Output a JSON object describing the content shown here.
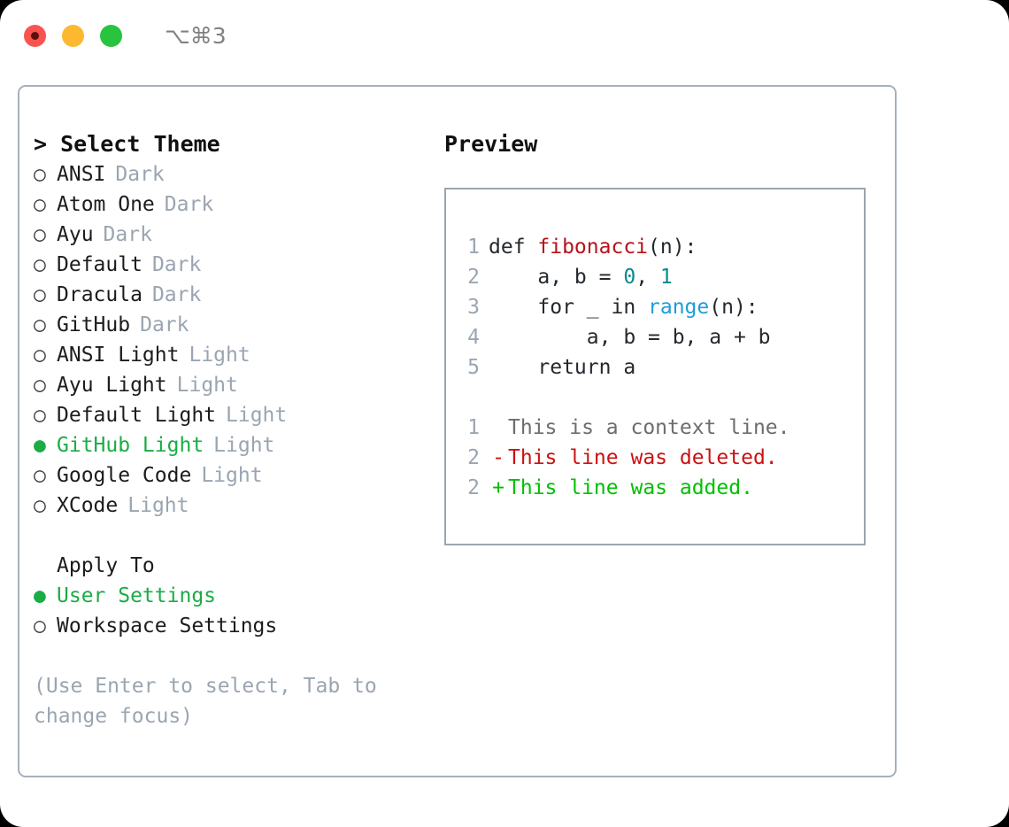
{
  "titlebar": {
    "dots": [
      {
        "name": "close",
        "color": "#f9544f"
      },
      {
        "name": "minimize",
        "color": "#fcb82e"
      },
      {
        "name": "maximize",
        "color": "#28c33f"
      }
    ],
    "shortcut": "⌥⌘3"
  },
  "theme_picker": {
    "heading": "> Select Theme",
    "marker_selected": "●",
    "marker_unselected": "○",
    "items": [
      {
        "label": "ANSI",
        "kind": "Dark",
        "selected": false
      },
      {
        "label": "Atom One",
        "kind": "Dark",
        "selected": false
      },
      {
        "label": "Ayu",
        "kind": "Dark",
        "selected": false
      },
      {
        "label": "Default",
        "kind": "Dark",
        "selected": false
      },
      {
        "label": "Dracula",
        "kind": "Dark",
        "selected": false
      },
      {
        "label": "GitHub",
        "kind": "Dark",
        "selected": false
      },
      {
        "label": "ANSI Light",
        "kind": "Light",
        "selected": false
      },
      {
        "label": "Ayu Light",
        "kind": "Light",
        "selected": false
      },
      {
        "label": "Default Light",
        "kind": "Light",
        "selected": false
      },
      {
        "label": "GitHub Light",
        "kind": "Light",
        "selected": true
      },
      {
        "label": "Google Code",
        "kind": "Light",
        "selected": false
      },
      {
        "label": "XCode",
        "kind": "Light",
        "selected": false
      }
    ]
  },
  "apply_to": {
    "heading": "Apply To",
    "items": [
      {
        "label": "User Settings",
        "selected": true
      },
      {
        "label": "Workspace Settings",
        "selected": false
      }
    ]
  },
  "hint": "(Use Enter to select, Tab to change focus)",
  "preview": {
    "heading": "Preview",
    "code_lines": [
      {
        "num": "1",
        "parts": [
          {
            "text": "def ",
            "tok": "plain"
          },
          {
            "text": "fibonacci",
            "tok": "fn"
          },
          {
            "text": "(n):",
            "tok": "plain"
          }
        ]
      },
      {
        "num": "2",
        "parts": [
          {
            "text": "    a, b = ",
            "tok": "plain"
          },
          {
            "text": "0",
            "tok": "num"
          },
          {
            "text": ", ",
            "tok": "plain"
          },
          {
            "text": "1",
            "tok": "num"
          }
        ]
      },
      {
        "num": "3",
        "parts": [
          {
            "text": "    for _ in ",
            "tok": "plain"
          },
          {
            "text": "range",
            "tok": "call"
          },
          {
            "text": "(n):",
            "tok": "plain"
          }
        ]
      },
      {
        "num": "4",
        "parts": [
          {
            "text": "        a, b = b, a + b",
            "tok": "plain"
          }
        ]
      },
      {
        "num": "5",
        "parts": [
          {
            "text": "    return a",
            "tok": "plain"
          }
        ]
      }
    ],
    "diff_lines": [
      {
        "num": "1",
        "sign": " ",
        "text": "This is a context line.",
        "kind": "ctx"
      },
      {
        "num": "2",
        "sign": "-",
        "text": "This line was deleted.",
        "kind": "del"
      },
      {
        "num": "2",
        "sign": "+",
        "text": "This line was added.",
        "kind": "add"
      }
    ]
  },
  "colors": {
    "accent_green": "#1aad45",
    "muted": "#9aa5b1",
    "border": "#a7b0bd",
    "code_fn": "#b5131a",
    "code_num": "#0b8a8a",
    "code_call": "#1f9cd8",
    "diff_add": "#00c000",
    "diff_del": "#cc1111"
  }
}
